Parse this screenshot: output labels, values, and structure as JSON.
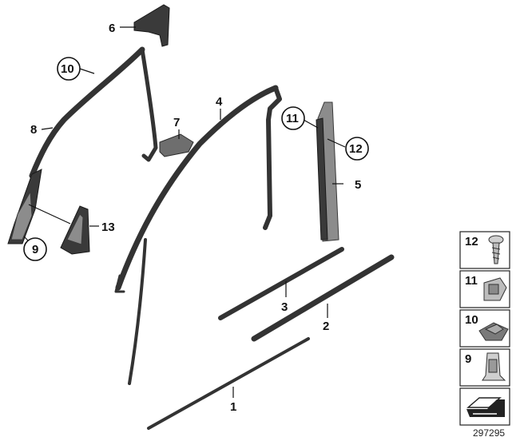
{
  "diagram": {
    "callouts": {
      "c1": "1",
      "c2": "2",
      "c3": "3",
      "c4": "4",
      "c5": "5",
      "c6": "6",
      "c7": "7",
      "c8": "8",
      "c9": "9",
      "c10": "10",
      "c11": "11",
      "c12": "12",
      "c13": "13"
    },
    "legend": [
      "12",
      "11",
      "10",
      "9"
    ],
    "diagram_number": "297295"
  }
}
